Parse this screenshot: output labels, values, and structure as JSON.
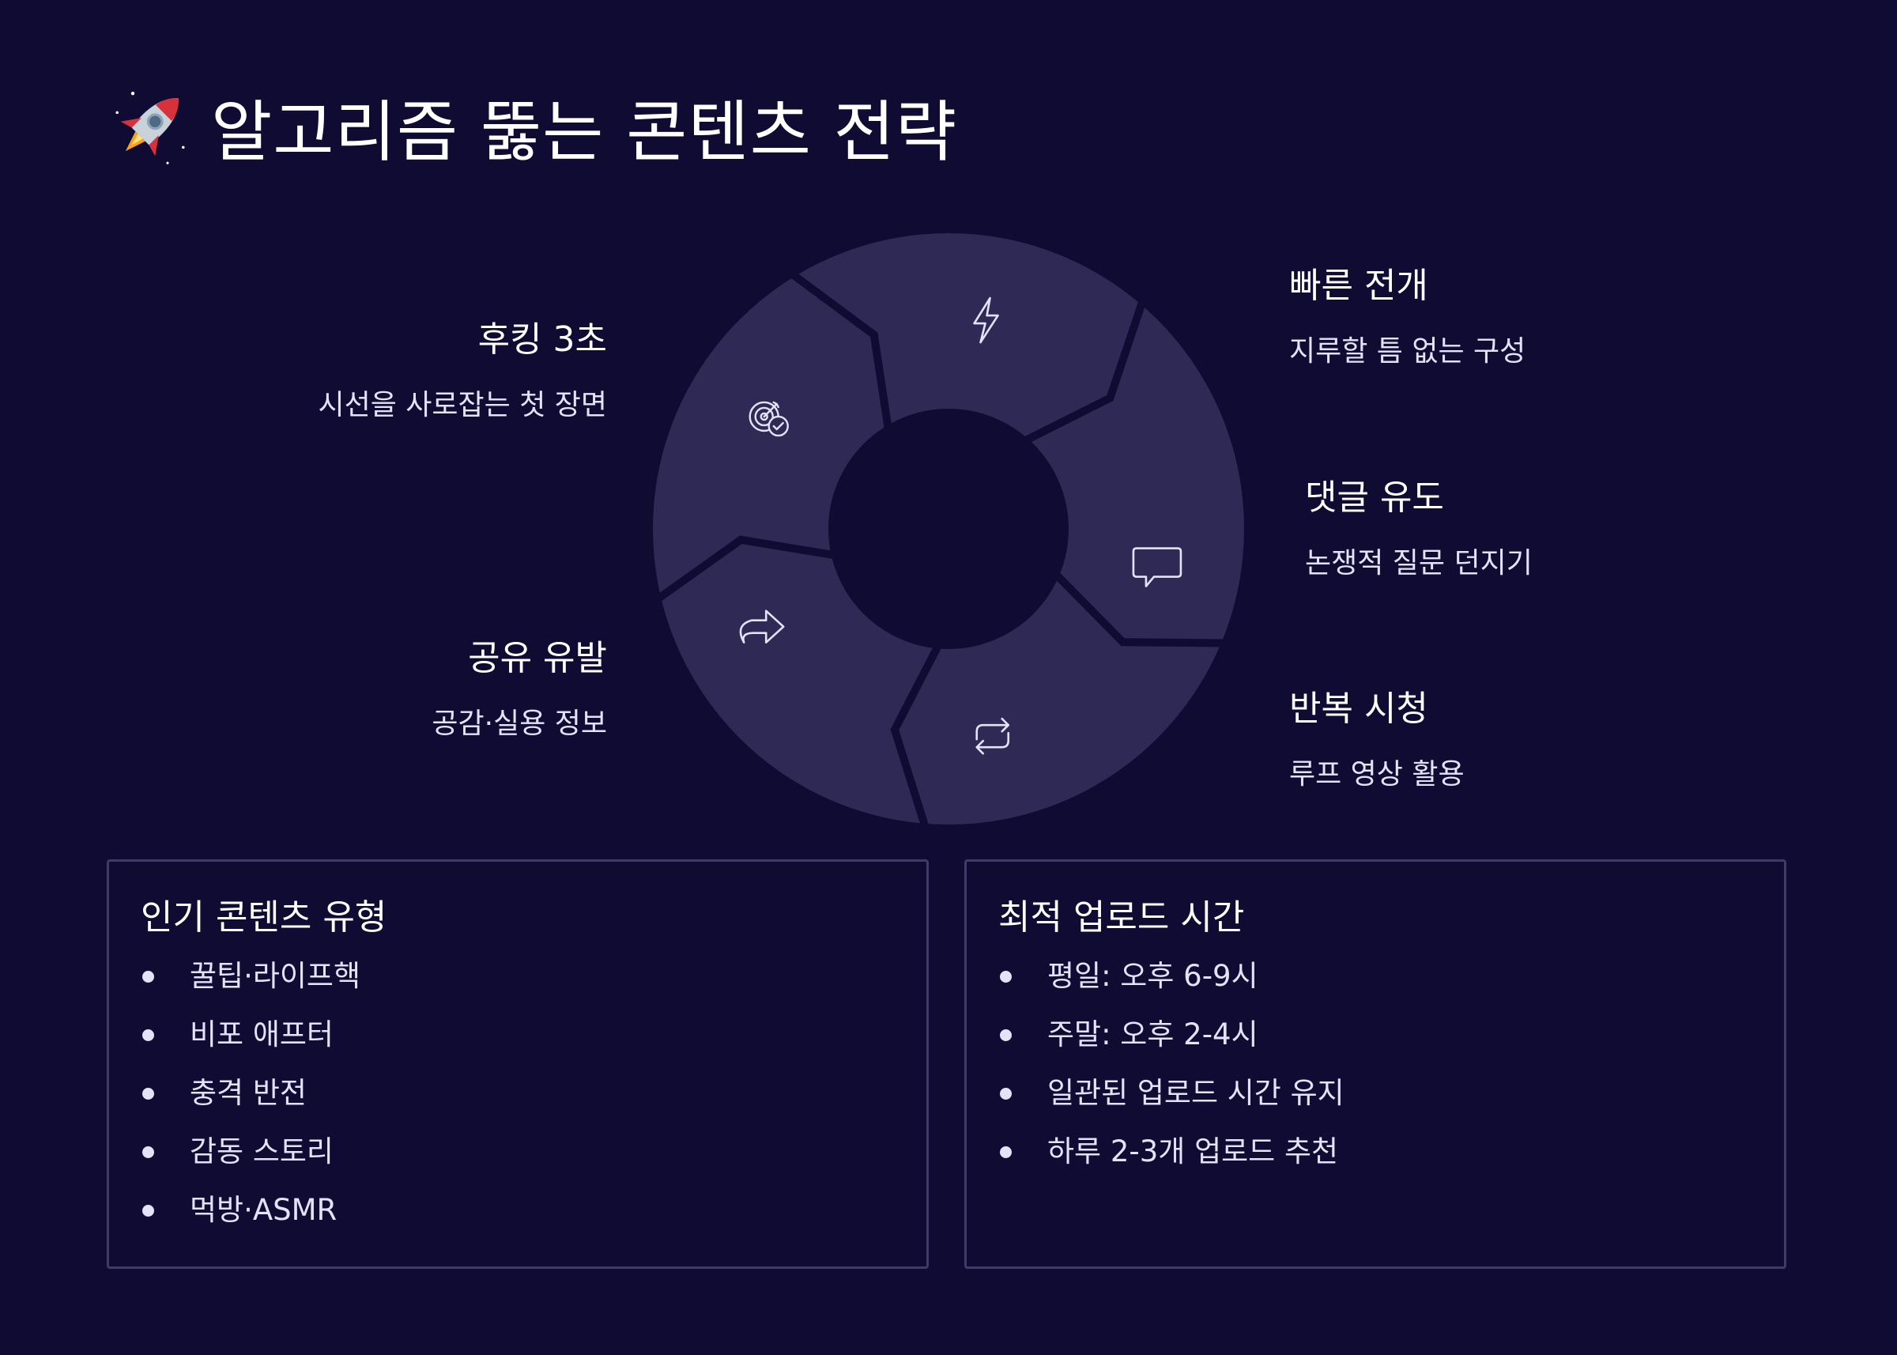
{
  "title": {
    "icon": "rocket-icon",
    "text": "알고리즘 뚫는 콘텐츠 전략"
  },
  "cycle": {
    "colors": {
      "segment": "#2f2a55",
      "background": "#100b33",
      "icon": "#e4e2f6"
    },
    "steps": [
      {
        "id": "hook",
        "title": "후킹 3초",
        "desc": "시선을 사로잡는 첫 장면",
        "icon": "target-check-icon"
      },
      {
        "id": "pace",
        "title": "빠른 전개",
        "desc": "지루할 틈 없는 구성",
        "icon": "lightning-icon"
      },
      {
        "id": "comment",
        "title": "댓글 유도",
        "desc": "논쟁적 질문 던지기",
        "icon": "speech-bubble-icon"
      },
      {
        "id": "loop",
        "title": "반복 시청",
        "desc": "루프 영상 활용",
        "icon": "repeat-icon"
      },
      {
        "id": "share",
        "title": "공유 유발",
        "desc": "공감·실용 정보",
        "icon": "share-arrow-icon"
      }
    ]
  },
  "panels": {
    "popular": {
      "title": "인기 콘텐츠 유형",
      "items": [
        "꿀팁·라이프핵",
        "비포 애프터",
        "충격 반전",
        "감동 스토리",
        "먹방·ASMR"
      ]
    },
    "upload": {
      "title": "최적 업로드 시간",
      "items": [
        "평일: 오후 6-9시",
        "주말: 오후 2-4시",
        "일관된 업로드 시간 유지",
        "하루 2-3개 업로드 추천"
      ]
    }
  }
}
